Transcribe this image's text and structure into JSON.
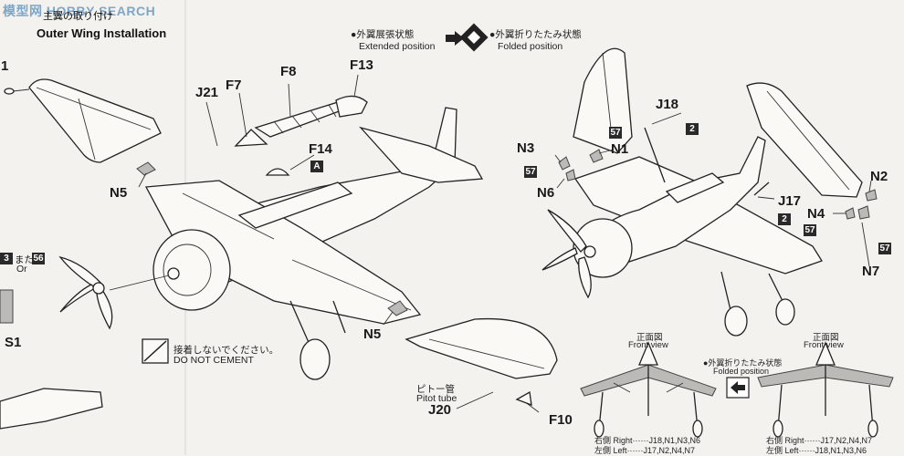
{
  "header": {
    "watermark": "模型网 HOBBY SEARCH",
    "step_title_en": "Outer Wing Installation",
    "step_title_jp": "主翼の取り付け",
    "extended_jp": "●外翼展張状態",
    "extended_en": "Extended position",
    "folded_jp": "●外翼折りたたみ状態",
    "folded_en": "Folded position"
  },
  "left_assembly": {
    "parts": {
      "f7": "F7",
      "f8": "F8",
      "f13": "F13",
      "f14": "F14",
      "j21": "J21",
      "n5_upper": "N5",
      "n5_lower": "N5",
      "j20": "J20",
      "f10": "F10",
      "s1": "S1",
      "one": "1"
    },
    "box_a": "A",
    "pitot_jp": "ピトー管",
    "pitot_en": "Pitot tube",
    "do_not_cement_jp": "接着しないでください。",
    "do_not_cement_en": "DO NOT CEMENT",
    "edge_choice_a": "3",
    "edge_choice_or_jp": "または",
    "edge_choice_or_en": "Or",
    "edge_choice_b": "56"
  },
  "right_assembly": {
    "parts": {
      "j18": "J18",
      "n1": "N1",
      "n3": "N3",
      "n6": "N6",
      "j17": "J17",
      "n4": "N4",
      "n2": "N2",
      "n7": "N7"
    },
    "boxes": {
      "b57_a": "57",
      "b57_b": "57",
      "b57_c": "57",
      "b57_d": "57",
      "b2_a": "2",
      "b2_b": "2"
    }
  },
  "front_views": {
    "left_title_jp": "正面図",
    "left_title_en": "Front view",
    "right_title_jp": "正面図",
    "right_title_en": "Front view",
    "folded_jp": "●外翼折りたたみ状態",
    "folded_en": "Folded position",
    "left_right_line": "右側 Right······J18,N1,N3,N6",
    "left_left_line": "左側 Left······J17,N2,N4,N7",
    "right_right_line": "右側 Right······J17,N2,N4,N7",
    "right_left_line": "左側 Left······J18,N1,N3,N6"
  }
}
